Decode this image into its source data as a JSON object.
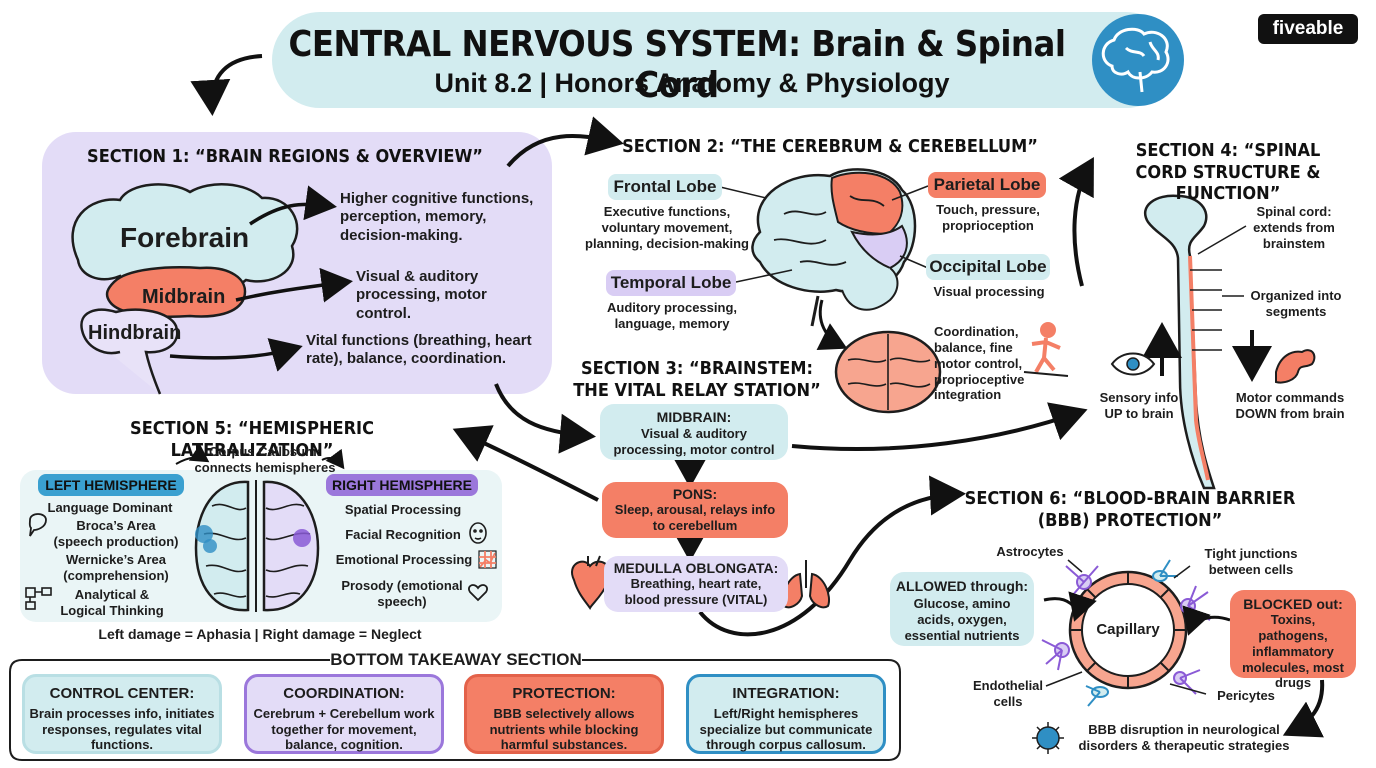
{
  "header": {
    "title": "CENTRAL NERVOUS SYSTEM: Brain & Spinal Cord",
    "subtitle": "Unit 8.2 | Honors Anatomy & Physiology",
    "logo": "fiveable",
    "icon": "brain-icon"
  },
  "section1": {
    "title": "SECTION 1: “BRAIN REGIONS & OVERVIEW”",
    "forebrain": "Forebrain",
    "midbrain": "Midbrain",
    "hindbrain": "Hindbrain",
    "forebrain_desc": "Higher cognitive functions, perception, memory, decision-making.",
    "midbrain_desc": "Visual & auditory processing, motor control.",
    "hindbrain_desc": "Vital functions (breathing, heart rate), balance, coordination."
  },
  "section2": {
    "title": "SECTION 2: “THE CEREBRUM & CEREBELLUM”",
    "frontal": {
      "label": "Frontal Lobe",
      "desc": "Executive functions, voluntary movement, planning, decision-making"
    },
    "parietal": {
      "label": "Parietal Lobe",
      "desc": "Touch, pressure, proprioception"
    },
    "temporal": {
      "label": "Temporal Lobe",
      "desc": "Auditory processing, language, memory"
    },
    "occipital": {
      "label": "Occipital Lobe",
      "desc": "Visual processing"
    },
    "cerebellum_desc": "Coordination, balance, fine motor control, proprioceptive integration"
  },
  "section3": {
    "title": "SECTION 3: “BRAINSTEM: THE VITAL RELAY STATION”",
    "midbrain": {
      "label": "MIDBRAIN:",
      "desc": "Visual & auditory processing, motor control"
    },
    "pons": {
      "label": "PONS:",
      "desc": "Sleep, arousal, relays info to cerebellum"
    },
    "medulla": {
      "label": "MEDULLA OBLONGATA:",
      "desc": "Breathing, heart rate, blood pressure (VITAL)"
    }
  },
  "section4": {
    "title": "SECTION 4: “SPINAL CORD STRUCTURE & FUNCTION”",
    "spinal_cord": "Spinal cord: extends from brainstem",
    "segments": "Organized into segments",
    "sensory": "Sensory info UP to brain",
    "motor": "Motor commands DOWN from brain"
  },
  "section5": {
    "title": "SECTION 5: “HEMISPHERIC LATERALIZATION”",
    "corpus": "Corpus Callosum: connects hemispheres",
    "left_title": "LEFT HEMISPHERE",
    "left_items": [
      "Language Dominant",
      "Broca’s Area (speech production)",
      "Wernicke’s Area (comprehension)",
      "Analytical & Logical Thinking"
    ],
    "right_title": "RIGHT HEMISPHERE",
    "right_items": [
      "Spatial Processing",
      "Facial Recognition",
      "Emotional Processing",
      "Prosody (emotional speech)"
    ],
    "damage": "Left damage = Aphasia | Right damage = Neglect"
  },
  "section6": {
    "title": "SECTION 6: “BLOOD-BRAIN BARRIER (BBB) PROTECTION”",
    "astrocytes": "Astrocytes",
    "tight": "Tight junctions between cells",
    "allowed_title": "ALLOWED through:",
    "allowed_desc": "Glucose, amino acids, oxygen, essential nutrients",
    "capillary": "Capillary",
    "blocked_title": "BLOCKED out:",
    "blocked_desc": "Toxins, pathogens, inflammatory molecules, most drugs",
    "endothelial": "Endothelial cells",
    "pericytes": "Pericytes",
    "disruption": "BBB disruption in neurological disorders & therapeutic strategies"
  },
  "takeaway": {
    "title": "BOTTOM TAKEAWAY SECTION",
    "cards": [
      {
        "title": "CONTROL CENTER:",
        "text": "Brain processes info, initiates responses, regulates vital functions."
      },
      {
        "title": "COORDINATION:",
        "text": "Cerebrum + Cerebellum work together for movement, balance, cognition."
      },
      {
        "title": "PROTECTION:",
        "text": "BBB selectively allows nutrients while blocking harmful substances."
      },
      {
        "title": "INTEGRATION:",
        "text": "Left/Right hemispheres specialize but communicate through corpus callosum."
      }
    ]
  },
  "colors": {
    "teal": "#d2ecef",
    "purple": "#e3dcf7",
    "salmon": "#f47f66",
    "lightsalmon": "#f7a58f",
    "lavender": "#d9cdf4",
    "blue": "#2f8fc4"
  }
}
